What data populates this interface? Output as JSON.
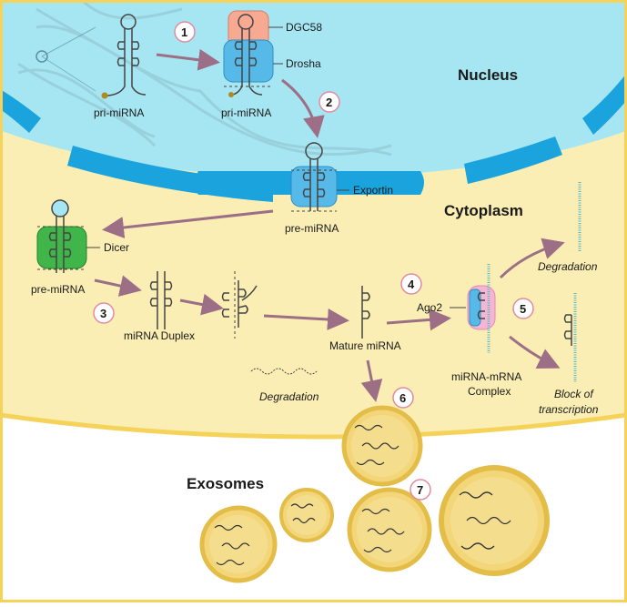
{
  "regions": {
    "nucleus": "Nucleus",
    "cytoplasm": "Cytoplasm",
    "exosomes": "Exosomes"
  },
  "steps": [
    "1",
    "2",
    "3",
    "4",
    "5",
    "6",
    "7"
  ],
  "labels": {
    "pri_mirna_left": "pri-miRNA",
    "pri_mirna_right": "pri-miRNA",
    "dgc58": "DGC58",
    "drosha": "Drosha",
    "exportin": "Exportin",
    "pre_mirna_top": "pre-miRNA",
    "dicer": "Dicer",
    "pre_mirna_left": "pre-miRNA",
    "mirna_duplex": "miRNA Duplex",
    "mature_mirna": "Mature miRNA",
    "ago2": "Ago2",
    "complex_line1": "miRNA-mRNA",
    "complex_line2": "Complex",
    "degradation_top": "Degradation",
    "degradation_bottom": "Degradation",
    "block_line1": "Block of",
    "block_line2": "transcription"
  },
  "colors": {
    "nucleus": "#a6e6f2",
    "cytoplasm": "#fbeeb4",
    "membrane": "#f5d35a",
    "envelope": "#1aa3dc",
    "protein_blue": "#57b9e8",
    "dgc58": "#f7a991",
    "dicer": "#3fb54a",
    "ago2": "#f5b6d3",
    "arrow": "#9c6f87",
    "exosome": "#f2d679"
  }
}
